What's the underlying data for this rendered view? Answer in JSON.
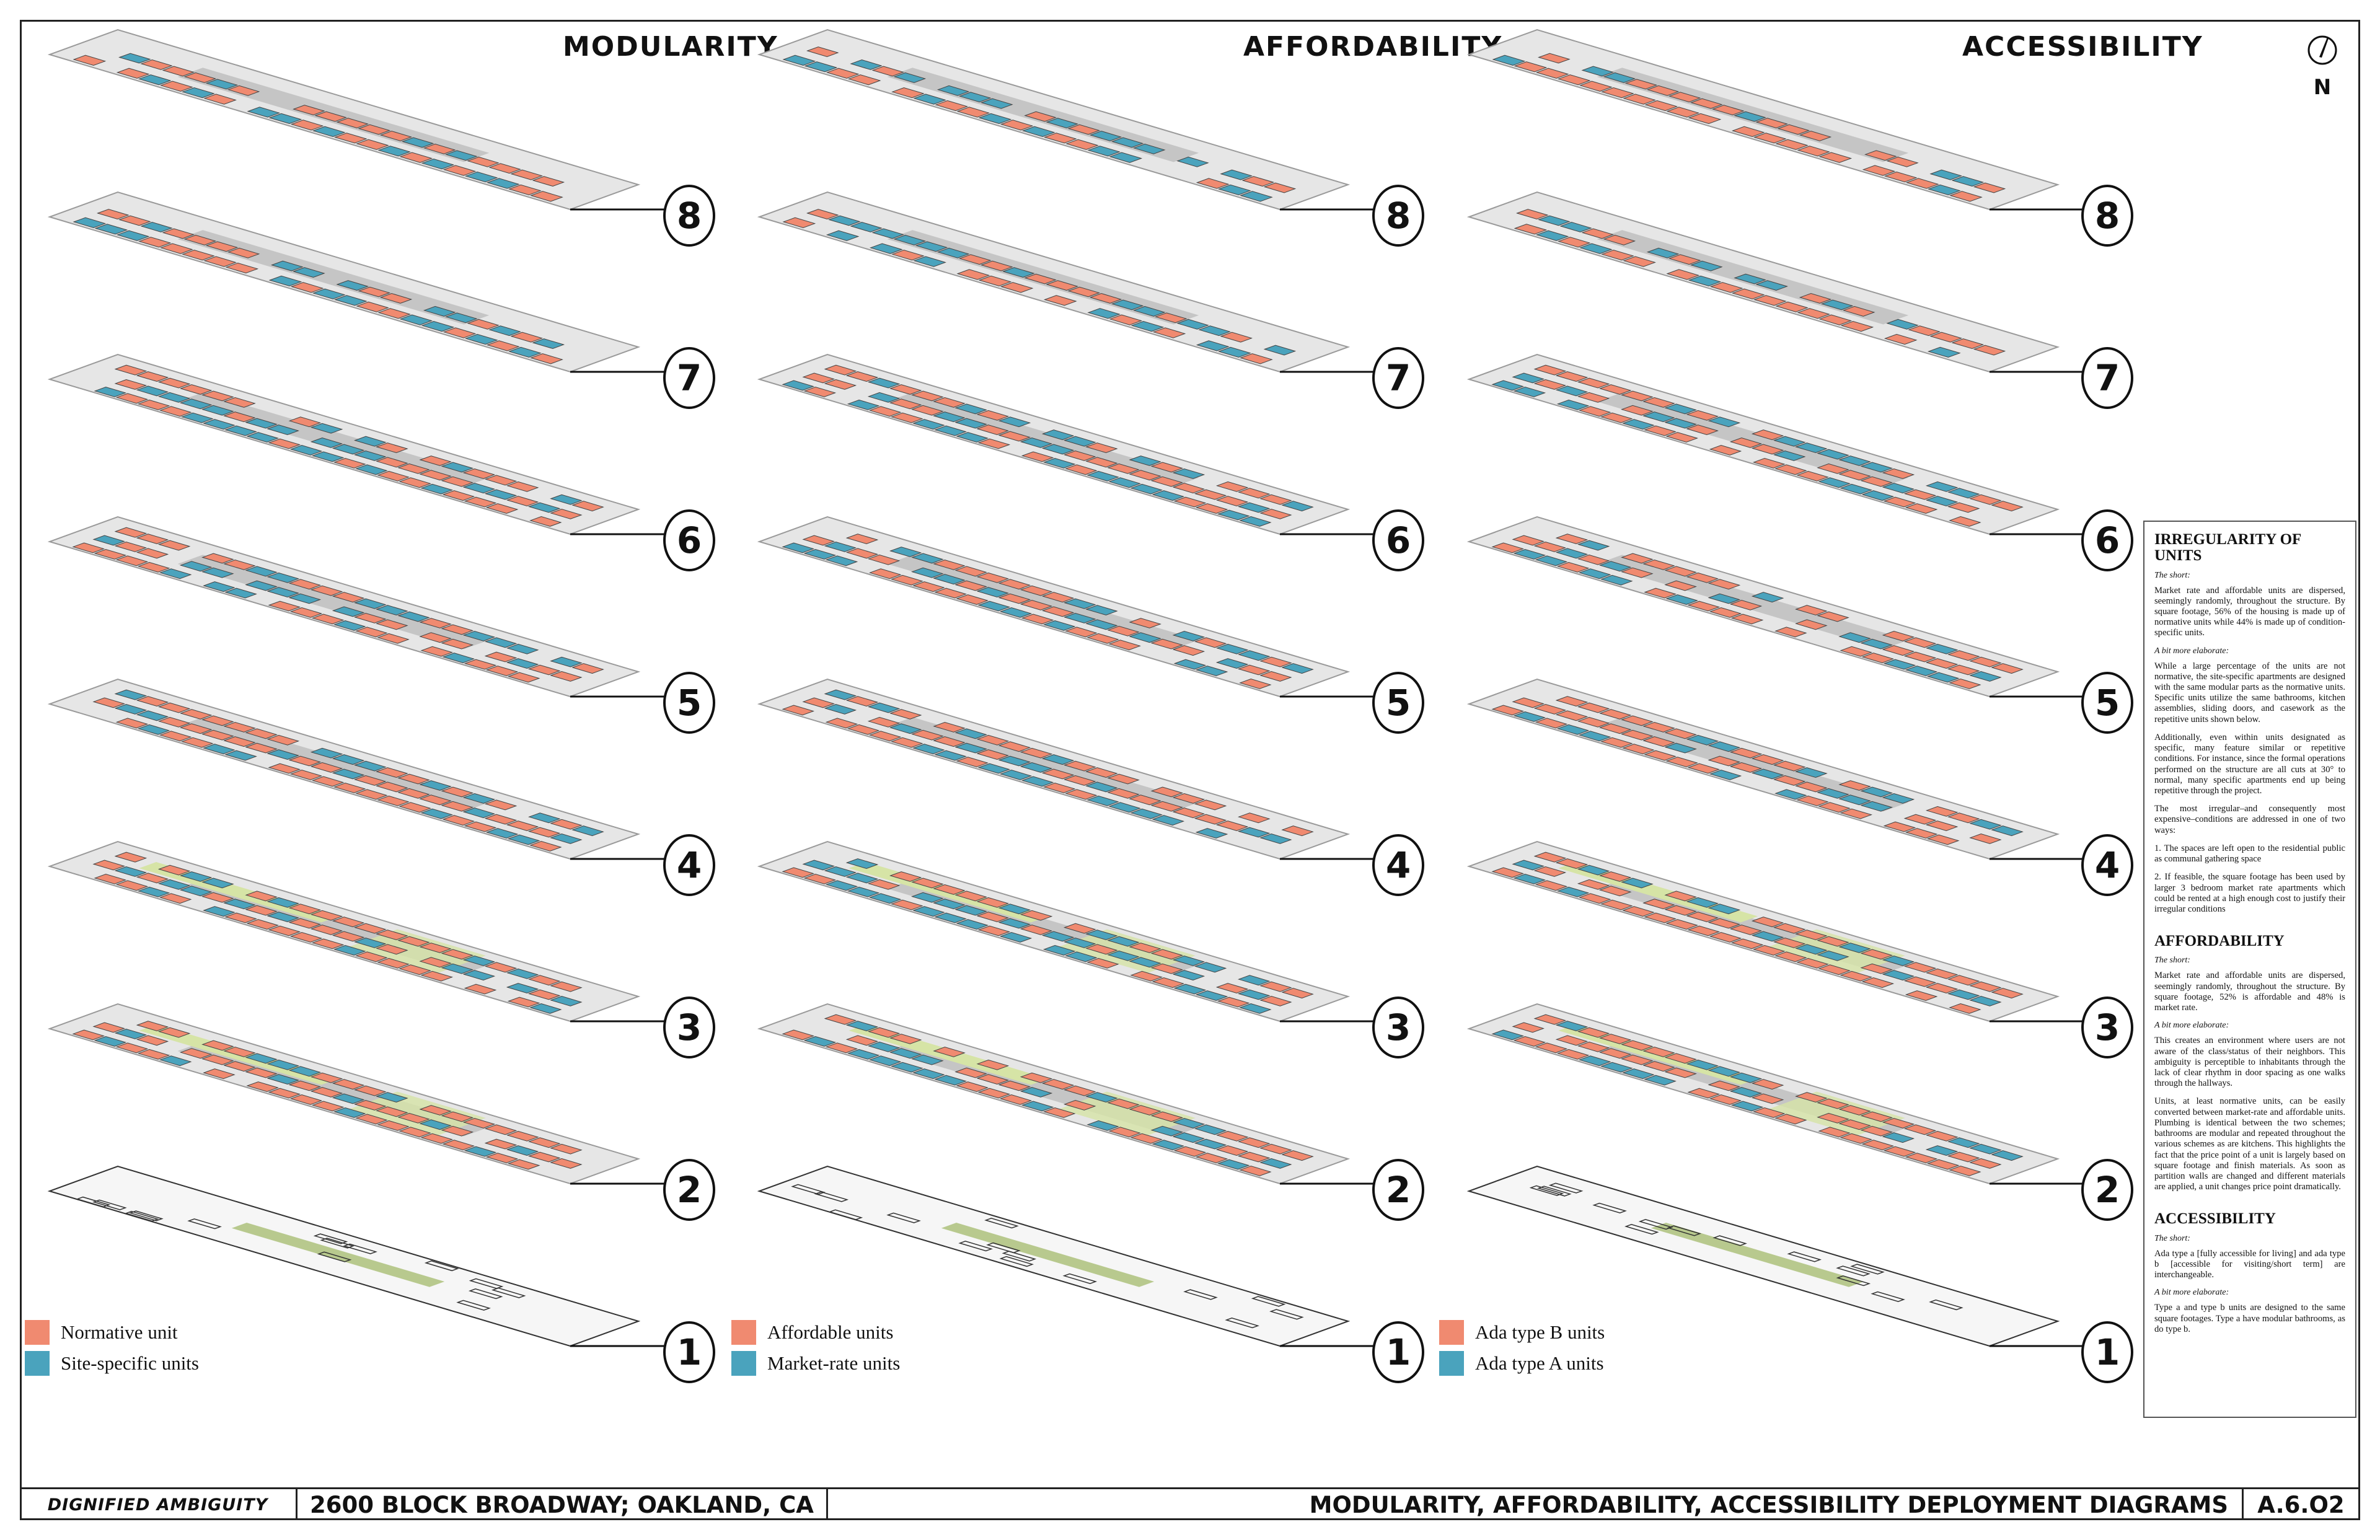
{
  "columns": [
    {
      "title": "MODULARITY",
      "legend": [
        {
          "label": "Normative unit",
          "color": "#f08a70"
        },
        {
          "label": "Site-specific units",
          "color": "#4aa3bd"
        }
      ]
    },
    {
      "title": "AFFORDABILITY",
      "legend": [
        {
          "label": "Affordable units",
          "color": "#f08a70"
        },
        {
          "label": "Market-rate units",
          "color": "#4aa3bd"
        }
      ]
    },
    {
      "title": "ACCESSIBILITY",
      "legend": [
        {
          "label": "Ada type B units",
          "color": "#f08a70"
        },
        {
          "label": "Ada type A units",
          "color": "#4aa3bd"
        }
      ]
    }
  ],
  "floors": [
    "8",
    "7",
    "6",
    "5",
    "4",
    "3",
    "2",
    "1"
  ],
  "north_label": "N",
  "colors": {
    "coral": "#f08a70",
    "teal": "#4aa3bd",
    "green": "#d6e4a6",
    "gray_mid": "#c9c9c9",
    "gray_dark": "#a9a9a9"
  },
  "notes": {
    "irregularity": {
      "heading": "IRREGULARITY OF UNITS",
      "short_label": "The short:",
      "short_text": "Market rate and affordable units are dispersed, seemingly randomly, throughout the structure. By square footage, 56% of the housing is made up of normative units while 44% is made up of condition-specific units.",
      "elaborate_label": "A bit more elaborate:",
      "paragraphs": [
        "While a large percentage of the units are not normative, the site-specific apartments are designed with the same modular parts as the normative units. Specific units utilize the same bathrooms, kitchen assemblies, sliding doors, and casework as the repetitive units shown below.",
        "Additionally, even within units designated as specific, many feature similar or repetitive conditions. For instance, since the formal operations performed on the structure are all cuts at 30° to normal, many specific apartments end up being repetitive through the project.",
        "The most irregular–and consequently most expensive–conditions are addressed in one of two ways:",
        "1. The spaces are left open to the residential public as communal gathering space",
        "2. If feasible, the square footage has been used by larger 3 bedroom market rate apartments which could be rented at a high enough cost to justify their irregular conditions"
      ]
    },
    "affordability": {
      "heading": "AFFORDABILITY",
      "short_label": "The short:",
      "short_text": "Market rate and affordable units are dispersed, seemingly randomly, throughout the structure. By square footage, 52% is affordable and 48% is market rate.",
      "elaborate_label": "A bit more elaborate:",
      "paragraphs": [
        "This creates an environment where users are not aware of the class/status of their neighbors. This ambiguity is perceptible to inhabitants through the lack of clear rhythm in door spacing as one walks through the hallways.",
        "Units, at least normative units, can be easily converted between market-rate and affordable units. Plumbing is identical between the two schemes; bathrooms are modular and repeated throughout the various schemes as are kitchens. This highlights the fact that the price point of a unit is largely based on square footage and finish materials. As soon as partition walls are changed and different materials are applied, a unit changes price point dramatically."
      ]
    },
    "accessibility": {
      "heading": "ACCESSIBILITY",
      "short_label": "The short:",
      "short_text": "Ada type a [fully accessible for living] and ada type b [accessible for visiting/short term] are interchangeable.",
      "elaborate_label": "A bit more elaborate:",
      "paragraphs": [
        "Type a and type b units are designed to the same square footages. Type a have modular bathrooms, as do type b."
      ]
    }
  },
  "title_block": {
    "project": "DIGNIFIED AMBIGUITY",
    "address": "2600 BLOCK BROADWAY; OAKLAND, CA",
    "sheet_title": "MODULARITY, AFFORDABILITY, ACCESSIBILITY DEPLOYMENT DIAGRAMS",
    "sheet_number": "A.6.O2"
  }
}
